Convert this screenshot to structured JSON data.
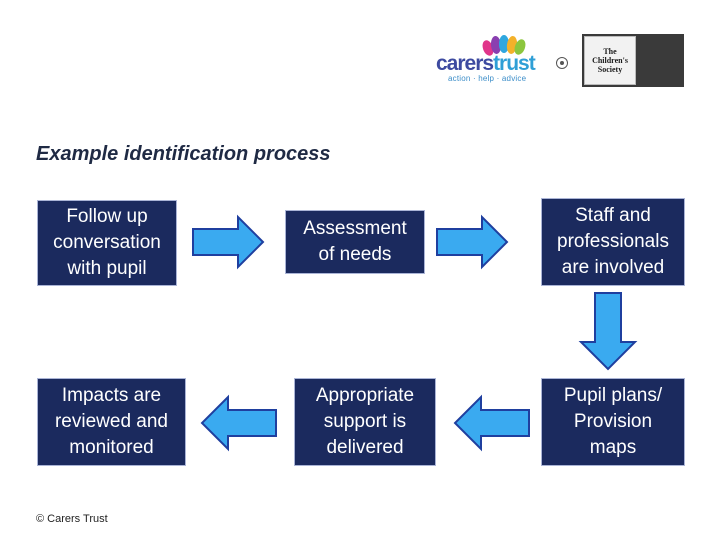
{
  "logo": {
    "brand_word_1": "carers",
    "brand_word_2": "trust",
    "tagline": "action · help · advice",
    "partner_line_1": "The",
    "partner_line_2": "Children's",
    "partner_line_3": "Society"
  },
  "title": "Example identification process",
  "steps": {
    "follow_up": [
      "Follow up",
      "conversation",
      "with pupil"
    ],
    "assessment": [
      "Assessment",
      "of needs"
    ],
    "staff": [
      "Staff and",
      "professionals",
      "are involved"
    ],
    "pupil_plans": [
      "Pupil plans/",
      "Provision",
      "maps"
    ],
    "support": [
      "Appropriate",
      "support is",
      "delivered"
    ],
    "impacts": [
      "Impacts are",
      "reviewed and",
      "monitored"
    ]
  },
  "colors": {
    "box_fill": "#1b2a5e",
    "arrow_fill": "#3aaaf0",
    "arrow_stroke": "#1f3f9f",
    "brand_blue": "#3d4aa0"
  },
  "arrow_icons": [
    "arrow-right-icon",
    "arrow-right-icon",
    "arrow-down-icon",
    "arrow-left-icon",
    "arrow-left-icon"
  ],
  "footer": {
    "copyright": "© Carers Trust"
  }
}
